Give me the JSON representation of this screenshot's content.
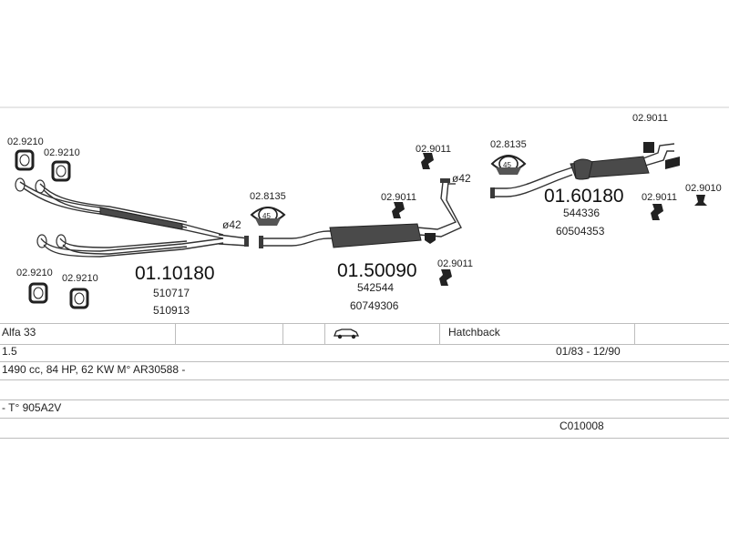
{
  "diagram": {
    "labels": {
      "l1": "02.9210",
      "l2": "02.9210",
      "l3": "02.9210",
      "l4": "02.9210",
      "l5": "02.8135",
      "l6": "02.9011",
      "l7": "02.9011",
      "l8": "02.9011",
      "l9": "02.8135",
      "l10": "02.9011",
      "l11": "02.9011",
      "l12": "02.9010",
      "d1": "ø42",
      "d2": "ø42",
      "ring1": "45",
      "ring2": "45"
    },
    "parts": [
      {
        "number": "01.10180",
        "refs": [
          "510717",
          "510913"
        ]
      },
      {
        "number": "01.50090",
        "refs": [
          "542544",
          "60749306"
        ]
      },
      {
        "number": "01.60180",
        "refs": [
          "544336",
          "60504353"
        ]
      }
    ]
  },
  "table": {
    "model": "Alfa 33",
    "body_type": "Hatchback",
    "engine": "1.5",
    "years": "01/83 - 12/90",
    "spec": "1490 cc, 84 HP, 62 KW  M° AR30588 -",
    "type_code": "- T° 905A2V",
    "catalog_code": "C010008",
    "car_icon": "car-icon"
  }
}
